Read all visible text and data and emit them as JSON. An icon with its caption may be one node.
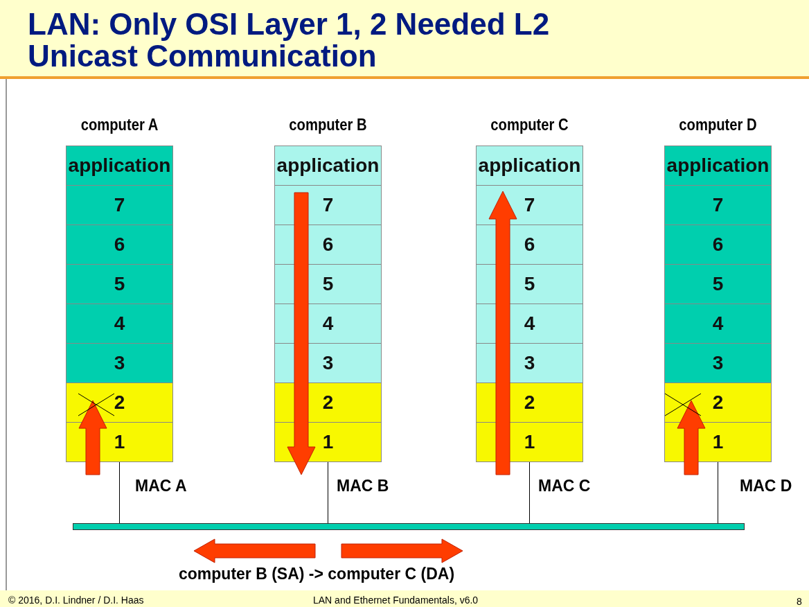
{
  "diagram": {
    "title": "LAN: Only OSI Layer 1, 2 Needed L2 Unicast Communication",
    "nodes": [
      {
        "text": [
          "computer A"
        ]
      },
      {
        "text": [
          "application"
        ],
        "in": 0
      },
      {
        "text": [
          "7"
        ],
        "in": 0
      },
      {
        "text": [
          "6"
        ],
        "in": 0
      },
      {
        "text": [
          "5"
        ],
        "in": 0
      },
      {
        "text": [
          "4"
        ],
        "in": 0
      },
      {
        "text": [
          "3"
        ],
        "in": 0
      },
      {
        "text": [
          "2"
        ],
        "in": 0
      },
      {
        "text": [
          "1"
        ],
        "in": 0
      },
      {
        "text": [
          "computer B"
        ]
      },
      {
        "text": [
          "application"
        ],
        "in": 9
      },
      {
        "text": [
          "7"
        ],
        "in": 9
      },
      {
        "text": [
          "6"
        ],
        "in": 9
      },
      {
        "text": [
          "5"
        ],
        "in": 9
      },
      {
        "text": [
          "4"
        ],
        "in": 9
      },
      {
        "text": [
          "3"
        ],
        "in": 9
      },
      {
        "text": [
          "2"
        ],
        "in": 9
      },
      {
        "text": [
          "1"
        ],
        "in": 9
      },
      {
        "text": [
          "computer C"
        ]
      },
      {
        "text": [
          "application"
        ],
        "in": 18
      },
      {
        "text": [
          "7"
        ],
        "in": 18
      },
      {
        "text": [
          "6"
        ],
        "in": 18
      },
      {
        "text": [
          "5"
        ],
        "in": 18
      },
      {
        "text": [
          "4"
        ],
        "in": 18
      },
      {
        "text": [
          "3"
        ],
        "in": 18
      },
      {
        "text": [
          "2"
        ],
        "in": 18
      },
      {
        "text": [
          "1"
        ],
        "in": 18
      },
      {
        "text": [
          "computer D"
        ]
      },
      {
        "text": [
          "application"
        ],
        "in": 27
      },
      {
        "text": [
          "7"
        ],
        "in": 27
      },
      {
        "text": [
          "6"
        ],
        "in": 27
      },
      {
        "text": [
          "5"
        ],
        "in": 27
      },
      {
        "text": [
          "4"
        ],
        "in": 27
      },
      {
        "text": [
          "3"
        ],
        "in": 27
      },
      {
        "text": [
          "2"
        ],
        "in": 27
      },
      {
        "text": [
          "1"
        ],
        "in": 27
      },
      {
        "text": [],
        "shape": "bar"
      }
    ],
    "edges": [
      {
        "from": 8,
        "to": 36,
        "arrow": "none"
      },
      {
        "from": 17,
        "to": 36,
        "arrow": "none"
      },
      {
        "from": 26,
        "to": 36,
        "arrow": "none"
      },
      {
        "from": 35,
        "to": 36,
        "arrow": "none"
      },
      {
        "from": 8,
        "to": 7,
        "arrow": "to",
        "style": "thick",
        "color": "#ff3d00"
      },
      {
        "from": 10,
        "to": 17,
        "arrow": "to",
        "style": "thick",
        "color": "#ff3d00"
      },
      {
        "from": 26,
        "to": 19,
        "arrow": "to",
        "style": "thick",
        "color": "#ff3d00"
      },
      {
        "from": 35,
        "to": 34,
        "arrow": "to",
        "style": "thick",
        "color": "#ff3d00"
      }
    ],
    "labels": [
      "MAC A",
      "MAC B",
      "MAC C",
      "MAC D",
      "computer B (SA) -> computer C (DA)",
      "© 2016, D.I. Lindner / D.I. Haas",
      "LAN and Ethernet Fundamentals, v6.0",
      "8"
    ]
  }
}
